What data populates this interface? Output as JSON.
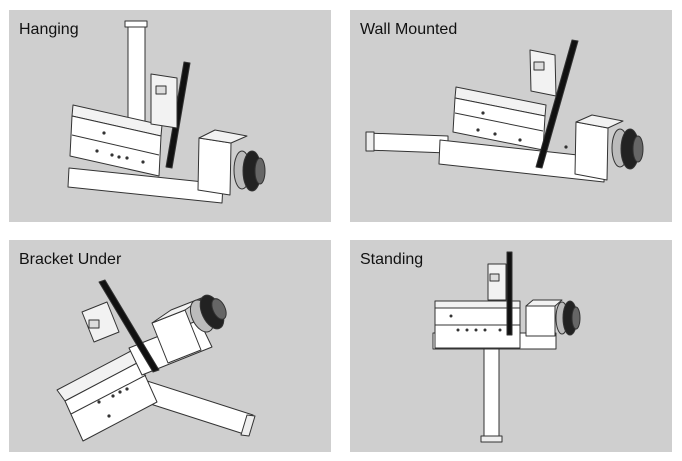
{
  "panels": [
    {
      "id": "hanging",
      "label": "Hanging"
    },
    {
      "id": "wall-mounted",
      "label": "Wall Mounted"
    },
    {
      "id": "bracket-under",
      "label": "Bracket Under"
    },
    {
      "id": "standing",
      "label": "Standing"
    }
  ],
  "colors": {
    "panel_background": "#cfcfcf",
    "device_body": "#ffffff",
    "outline": "#333333",
    "mount_plate": "#111111",
    "lens_ring": "#222222"
  }
}
